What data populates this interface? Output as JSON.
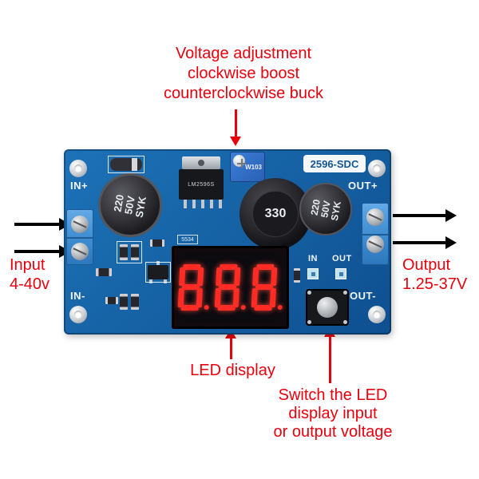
{
  "colors": {
    "annotation_red": "#e8000d",
    "arrow_black": "#000000",
    "pcb_blue": "#1663a5",
    "terminal_blue": "#4593d6",
    "display_digit_red": "#ff2b24"
  },
  "annotations": {
    "voltage_adjustment": {
      "lines": [
        "Voltage adjustment",
        "clockwise boost",
        "counterclockwise buck"
      ]
    },
    "input": {
      "lines": [
        "Input",
        "4-40v"
      ]
    },
    "output": {
      "lines": [
        "Output",
        "1.25-37V"
      ]
    },
    "led_display": {
      "label": "LED display"
    },
    "switch_note": {
      "lines": [
        "Switch the LED",
        "display input",
        "or output voltage"
      ]
    }
  },
  "pcb": {
    "model_label": "2596-SDC",
    "silkscreen": {
      "in_plus": "IN+",
      "in_minus": "IN-",
      "out_plus": "OUT+",
      "out_minus": "OUT-",
      "led_in": "IN",
      "led_out": "OUT"
    },
    "components": {
      "capacitor_input": {
        "lines": [
          "220",
          "50V",
          "SYK"
        ]
      },
      "capacitor_output": {
        "lines": [
          "220",
          "50V",
          "SYK"
        ]
      },
      "inductor": {
        "label": "330"
      },
      "regulator": {
        "label": "LM2596S"
      },
      "trimpot": {
        "label": "W103"
      },
      "ic_code": {
        "label": "5534"
      },
      "display": {
        "digits": [
          "8",
          "8",
          "8"
        ]
      }
    }
  }
}
